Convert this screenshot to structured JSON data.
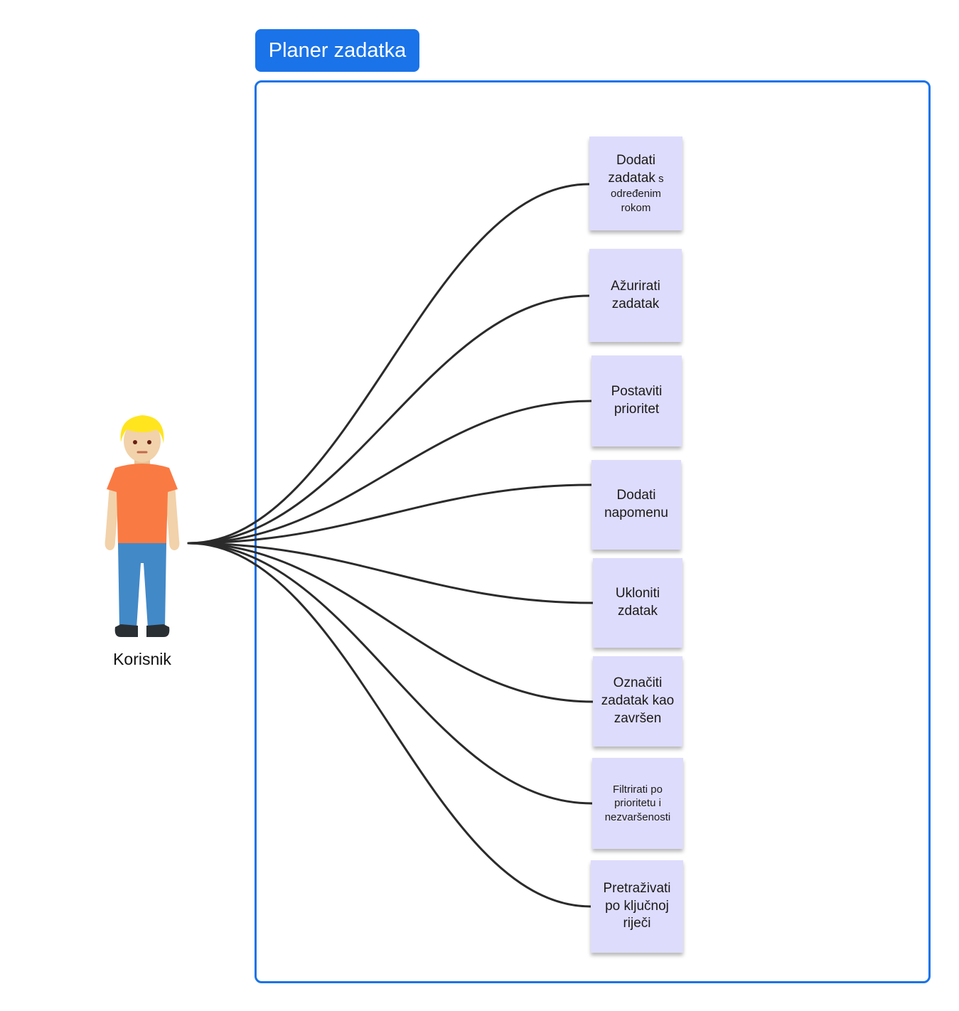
{
  "colors": {
    "accent": "#1a73e8",
    "note_fill": "#dedcfc",
    "connector": "#2b2b2b"
  },
  "system": {
    "title": "Planer zadatka"
  },
  "actor": {
    "label": "Korisnik",
    "icon": "person-icon"
  },
  "use_cases": [
    {
      "line1": "Dodati",
      "line2": "zadatak",
      "line2_suffix": " s",
      "line3": "određenim",
      "line4": "rokom"
    },
    {
      "text": "Ažurirati zadatak"
    },
    {
      "text": "Postaviti prioritet"
    },
    {
      "text": "Dodati napomenu"
    },
    {
      "text": "Ukloniti zdatak"
    },
    {
      "text": "Označiti zadatak kao završen"
    },
    {
      "text": "Filtrirati po prioritetu i nezvaršenosti"
    },
    {
      "text": "Pretraživati po ključnoj riječi"
    }
  ]
}
